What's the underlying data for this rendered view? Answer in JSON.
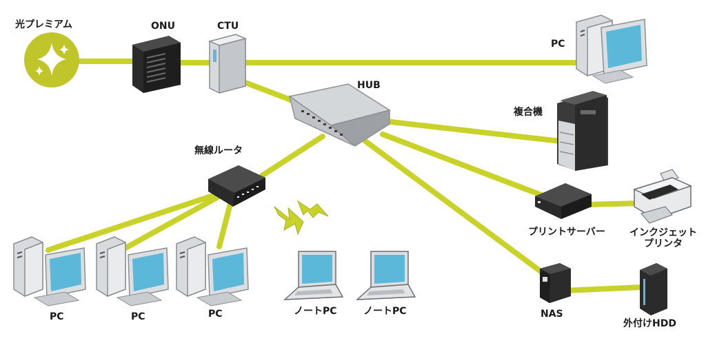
{
  "colors": {
    "link": "#c8d228",
    "fiber": "#c0c52a",
    "device_dark": "#2c2c2c",
    "device_light": "#e6e8ea",
    "screen": "#5cb8d8",
    "hub_top": "#cfd3d6"
  },
  "labels": {
    "fiber": "光プレミアム",
    "onu": "ONU",
    "ctu": "CTU",
    "pc_top": "PC",
    "hub": "HUB",
    "mfp": "複合機",
    "router": "無線ルータ",
    "print_server": "プリントサーバー",
    "inkjet_line1": "インクジェット",
    "inkjet_line2": "プリンタ",
    "nas": "NAS",
    "ext_hdd": "外付けHDD",
    "pc1": "PC",
    "pc2": "PC",
    "pc3": "PC",
    "laptop1": "ノートPC",
    "laptop2": "ノートPC"
  },
  "icons": {
    "fiber": "sparkle-icon",
    "wireless": "lightning-icon"
  }
}
